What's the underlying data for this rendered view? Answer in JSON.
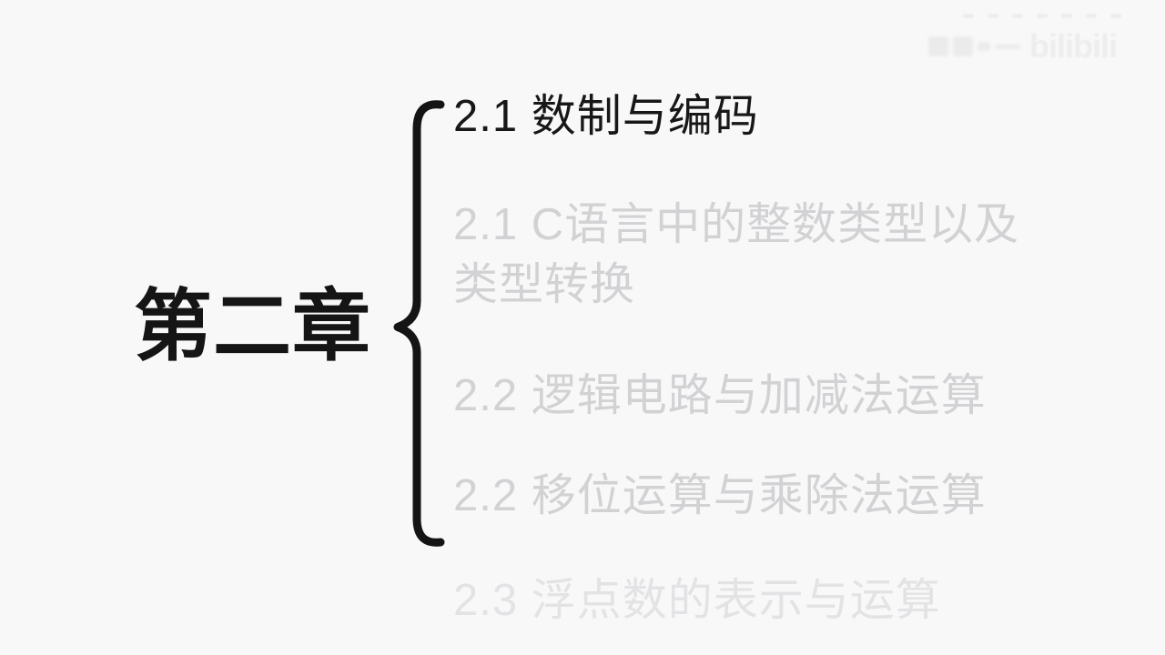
{
  "page": {
    "background_color": "#f8f8f9",
    "type": "lecture-slide-video-frame"
  },
  "chapter": {
    "label": "第二章"
  },
  "outline": {
    "items": [
      {
        "text": "2.1 数制与编码",
        "state": "active"
      },
      {
        "text": "2.1 C语言中的整数类型以及类型转换",
        "state": "inactive"
      },
      {
        "text": "2.2 逻辑电路与加减法运算",
        "state": "inactive"
      },
      {
        "text": "2.2 移位运算与乘除法运算",
        "state": "inactive"
      },
      {
        "text": "2.3 浮点数的表示与运算",
        "state": "faded"
      }
    ],
    "colors": {
      "active": "#171717",
      "inactive": "#d2d2d4",
      "faded": "#e3e3e5"
    }
  },
  "brace": {
    "color": "#141414"
  },
  "watermark": {
    "logo_text": "bilibili",
    "color": "#ededee"
  }
}
